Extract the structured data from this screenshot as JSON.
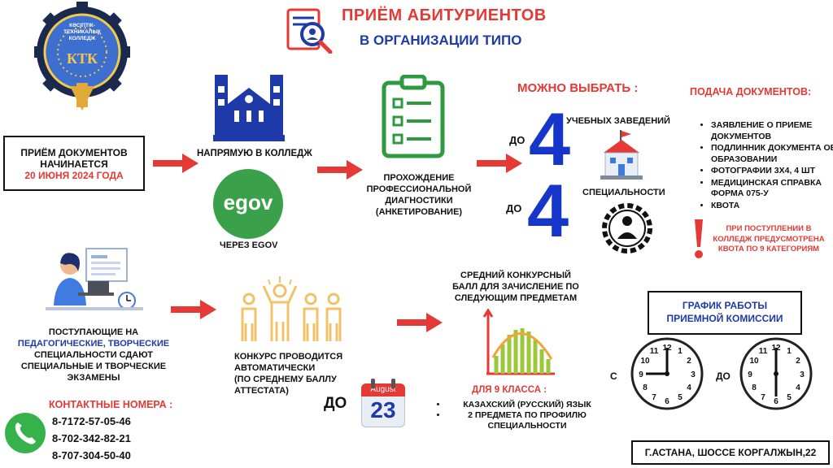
{
  "header": {
    "title_line1": "ПРИЁМ АБИТУРИЕНТОВ",
    "title_line2": "В ОРГАНИЗАЦИИ ТИПО"
  },
  "logo": {
    "text_top": "КӘСІПТІК-ТЕХНИКАЛЫҚ КОЛЛЕДЖ",
    "monogram": "КТК"
  },
  "start": {
    "line1": "ПРИЁМ ДОКУМЕНТОВ",
    "line2": "НАЧИНАЕТСЯ",
    "date": "20 ИЮНЯ 2024 ГОДА"
  },
  "apply": {
    "direct": "НАПРЯМУЮ В КОЛЛЕДЖ",
    "egov_logo": "egov",
    "egov": "ЧЕРЕЗ EGOV"
  },
  "diagnostics": {
    "line1": "ПРОХОЖДЕНИЕ",
    "line2": "ПРОФЕССИОНАЛЬНОЙ",
    "line3": "ДИАГНОСТИКИ",
    "line4": "(АНКЕТИРОВАНИЕ)"
  },
  "choose": {
    "title": "МОЖНО ВЫБРАТЬ :",
    "prefix1": "ДО",
    "num1": "4",
    "label1": "УЧЕБНЫХ ЗАВЕДЕНИЙ",
    "prefix2": "ДО",
    "num2": "4",
    "label2": "СПЕЦИАЛЬНОСТИ"
  },
  "documents": {
    "title": "ПОДАЧА ДОКУМЕНТОВ:",
    "items": [
      "ЗАЯВЛЕНИЕ О ПРИЕМЕ ДОКУМЕНТОВ",
      "ПОДЛИННИК ДОКУМЕНТА ОБ ОБРАЗОВАНИИ",
      "ФОТОГРАФИИ 3Х4, 4 ШТ",
      "МЕДИЦИНСКАЯ СПРАВКА ФОРМА 075-У",
      "КВОТА"
    ],
    "quota_note": "ПРИ ПОСТУПЛЕНИИ В КОЛЛЕДЖ ПРЕДУСМОТРЕНА КВОТА ПО 9 КАТЕГОРИЯМ"
  },
  "exams": {
    "line1": "ПОСТУПАЮЩИЕ НА",
    "highlight": "ПЕДАГОГИЧЕСКИЕ, ТВОРЧЕСКИЕ",
    "line3": "СПЕЦИАЛЬНОСТИ СДАЮТ",
    "line4": "СПЕЦИАЛЬНЫЕ И ТВОРЧЕСКИЕ",
    "line5": "ЭКЗАМЕНЫ"
  },
  "contacts": {
    "title": "КОНТАКТНЫЕ НОМЕРА :",
    "phones": [
      "8-7172-57-05-46",
      "8-702-342-82-21",
      "8-707-304-50-40"
    ]
  },
  "contest": {
    "line1": "КОНКУРС ПРОВОДИТСЯ",
    "line2": "АВТОМАТИЧЕСКИ",
    "line3": "(ПО СРЕДНЕМУ БАЛЛУ",
    "line4": "АТТЕСТАТА)",
    "until": "ДО",
    "cal_month": "August",
    "cal_day": "23"
  },
  "score": {
    "line1": "СРЕДНИЙ КОНКУРСНЫЙ",
    "line2": "БАЛЛ ДЛЯ ЗАЧИСЛЕНИЕ ПО",
    "line3": "СЛЕДУЮЩИМ ПРЕДМЕТАМ",
    "grade": "ДЛЯ 9 КЛАССА :",
    "subjects": [
      "КАЗАХСКИЙ (РУССКИЙ) ЯЗЫК",
      "2 ПРЕДМЕТА ПО ПРОФИЛЮ СПЕЦИАЛЬНОСТИ"
    ]
  },
  "schedule": {
    "line1": "ГРАФИК РАБОТЫ",
    "line2": "ПРИЕМНОЙ КОМИССИИ",
    "from": "С",
    "to": "ДО"
  },
  "address": "Г.АСТАНА, ШОССЕ КОРГАЛЖЫН,22",
  "colors": {
    "red": "#e53935",
    "blue": "#1e3aa8",
    "bright_blue": "#1536c9",
    "green": "#3aa14a",
    "gold": "#f0c36a"
  }
}
